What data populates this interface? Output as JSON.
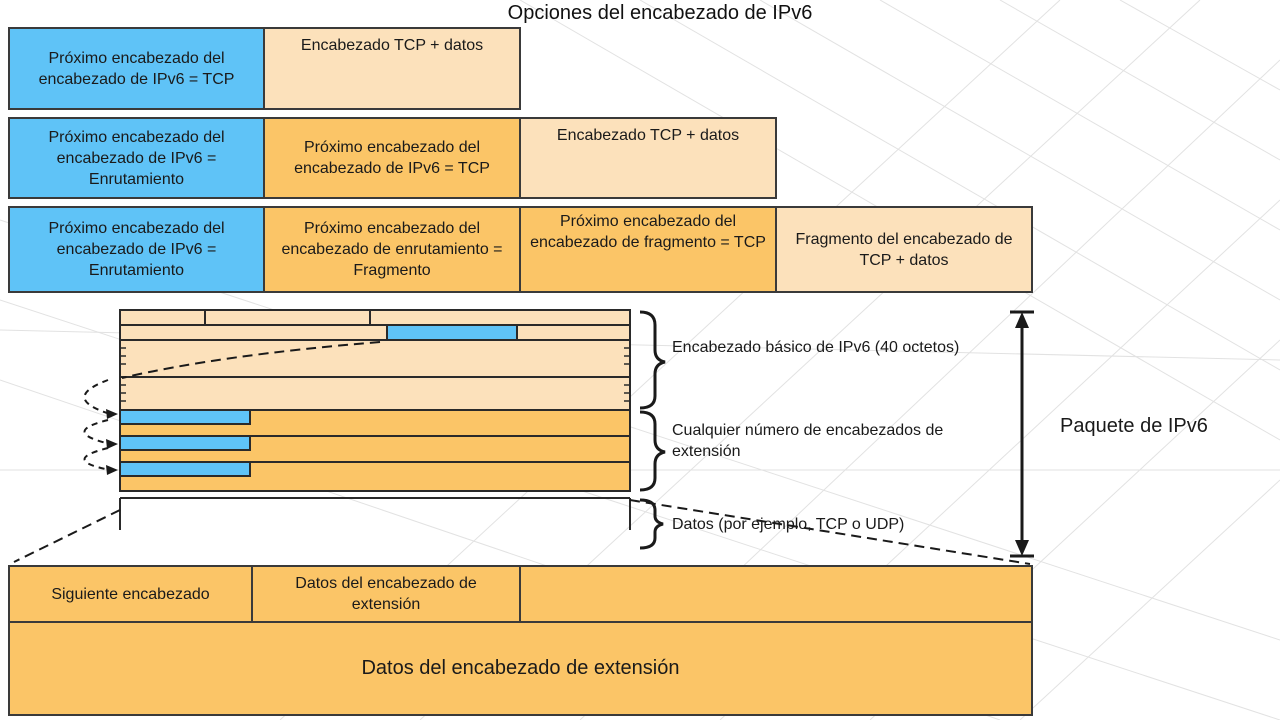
{
  "title": "Opciones del encabezado de IPv6",
  "rows": [
    {
      "cells": [
        {
          "text": "Próximo encabezado del encabezado de IPv6 = TCP",
          "color": "#5fc3f7"
        },
        {
          "text": "Encabezado TCP + datos",
          "color": "#fce1bb"
        }
      ]
    },
    {
      "cells": [
        {
          "text": "Próximo encabezado del encabezado de IPv6 = Enrutamiento",
          "color": "#5fc3f7"
        },
        {
          "text": "Próximo encabezado del encabezado de IPv6 = TCP",
          "color": "#fbc567"
        },
        {
          "text": "Encabezado TCP + datos",
          "color": "#fce1bb"
        }
      ]
    },
    {
      "cells": [
        {
          "text": "Próximo encabezado del encabezado de IPv6 = Enrutamiento",
          "color": "#5fc3f7"
        },
        {
          "text": "Próximo encabezado del encabezado de enrutamiento = Fragmento",
          "color": "#fbc567"
        },
        {
          "text": "Próximo encabezado del encabezado de fragmento = TCP",
          "color": "#fbc567"
        },
        {
          "text": "Fragmento del encabezado de TCP + datos",
          "color": "#fce1bb"
        }
      ]
    }
  ],
  "labels": {
    "basic_header": "Encabezado básico de IPv6 (40 octetos)",
    "extension_headers": "Cualquier número de encabezados de extensión",
    "data": "Datos (por ejemplo, TCP o UDP)",
    "packet": "Paquete de IPv6"
  },
  "extension_format": {
    "next_header": "Siguiente encabezado",
    "ext_data_small": "Datos del encabezado de extensión",
    "ext_data_large": "Datos del encabezado de extensión"
  }
}
